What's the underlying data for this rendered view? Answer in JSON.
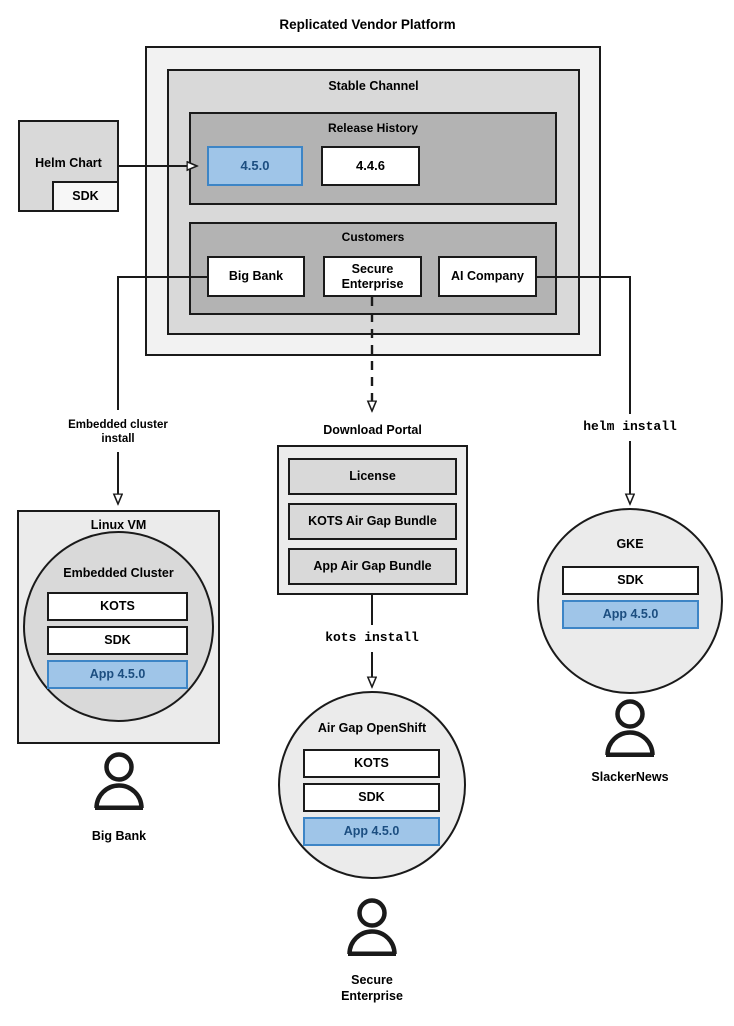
{
  "diagram": {
    "title": "Replicated Vendor Platform",
    "colors": {
      "blue_fill": "#9fc5e8",
      "blue_border": "#3d85c6",
      "blue_text": "#1c4e80",
      "gray_outer": "#f2f2f2",
      "gray_channel": "#d9d9d9",
      "gray_inner": "#b3b3b3",
      "gray_light": "#ebebeb",
      "gray_box": "#d9d9d9",
      "stroke": "#1a1a1a"
    }
  },
  "platform": {
    "title": "Replicated Vendor Platform",
    "channel": {
      "title": "Stable Channel",
      "release_history": {
        "title": "Release History",
        "releases": [
          {
            "version": "4.5.0",
            "highlighted": true
          },
          {
            "version": "4.4.6",
            "highlighted": false
          }
        ]
      },
      "customers": {
        "title": "Customers",
        "items": [
          {
            "name": "Big Bank"
          },
          {
            "name": "Secure\nEnterprise",
            "line1": "Secure",
            "line2": "Enterprise"
          },
          {
            "name": "AI Company"
          }
        ]
      }
    }
  },
  "helm_chart": {
    "title": "Helm Chart",
    "sdk_label": "SDK"
  },
  "edges": [
    {
      "label": "Embedded cluster install",
      "line1": "Embedded cluster",
      "line2": "install",
      "style": "solid"
    },
    {
      "label": "kots install",
      "style": "solid",
      "mono": true
    },
    {
      "label": "helm install",
      "style": "solid",
      "mono": true
    }
  ],
  "download_portal": {
    "title": "Download Portal",
    "items": [
      {
        "label": "License"
      },
      {
        "label": "KOTS Air Gap Bundle"
      },
      {
        "label": "App Air Gap Bundle"
      }
    ]
  },
  "linux_vm": {
    "title": "Linux VM",
    "cluster_title": "Embedded Cluster",
    "components": [
      {
        "label": "KOTS",
        "highlighted": false
      },
      {
        "label": "SDK",
        "highlighted": false
      },
      {
        "label": "App 4.5.0",
        "highlighted": true
      }
    ],
    "user": "Big Bank"
  },
  "airgap_openshift": {
    "title": "Air Gap OpenShift",
    "components": [
      {
        "label": "KOTS",
        "highlighted": false
      },
      {
        "label": "SDK",
        "highlighted": false
      },
      {
        "label": "App 4.5.0",
        "highlighted": true
      }
    ],
    "user_line1": "Secure",
    "user_line2": "Enterprise"
  },
  "gke": {
    "title": "GKE",
    "components": [
      {
        "label": "SDK",
        "highlighted": false
      },
      {
        "label": "App 4.5.0",
        "highlighted": true
      }
    ],
    "user": "SlackerNews"
  }
}
